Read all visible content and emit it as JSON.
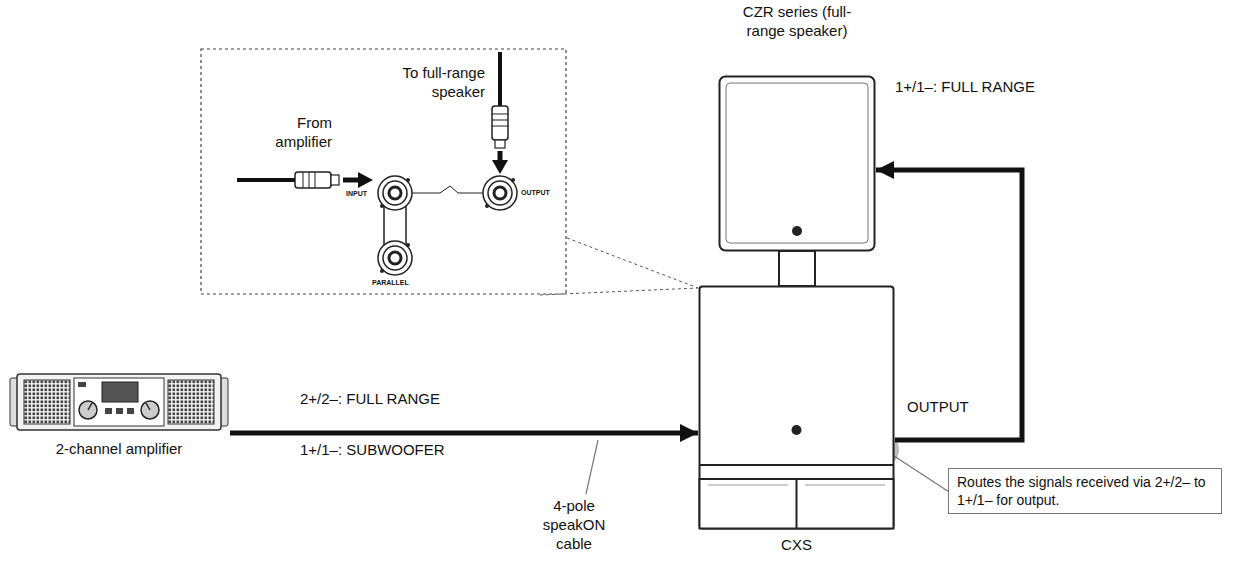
{
  "diagram": {
    "nodes": [
      {
        "text": [
          "To full-range speaker",
          "From amplifier",
          "INPUT",
          "OUTPUT",
          "PARALLEL"
        ]
      },
      {
        "text": [
          "CZR series (full-range speaker)"
        ]
      },
      {
        "text": [
          "2-channel amplifier"
        ]
      },
      {
        "text": [
          "CXS"
        ]
      },
      {
        "text": [
          "Routes the signals received via 2+/2– to 1+/1– for output."
        ]
      }
    ],
    "edges": [
      {
        "from": 0,
        "to": 3,
        "arrow": "none"
      },
      {
        "from": 3,
        "to": 1,
        "arrow": "to"
      },
      {
        "from": 2,
        "to": 3,
        "arrow": "to"
      },
      {
        "from": 4,
        "to": 3,
        "arrow": "none"
      }
    ],
    "labels": [
      "1+/1–: FULL RANGE",
      "2+/2–: FULL RANGE",
      "1+/1–: SUBWOOFER",
      "OUTPUT",
      "4-pole speakON cable"
    ]
  }
}
